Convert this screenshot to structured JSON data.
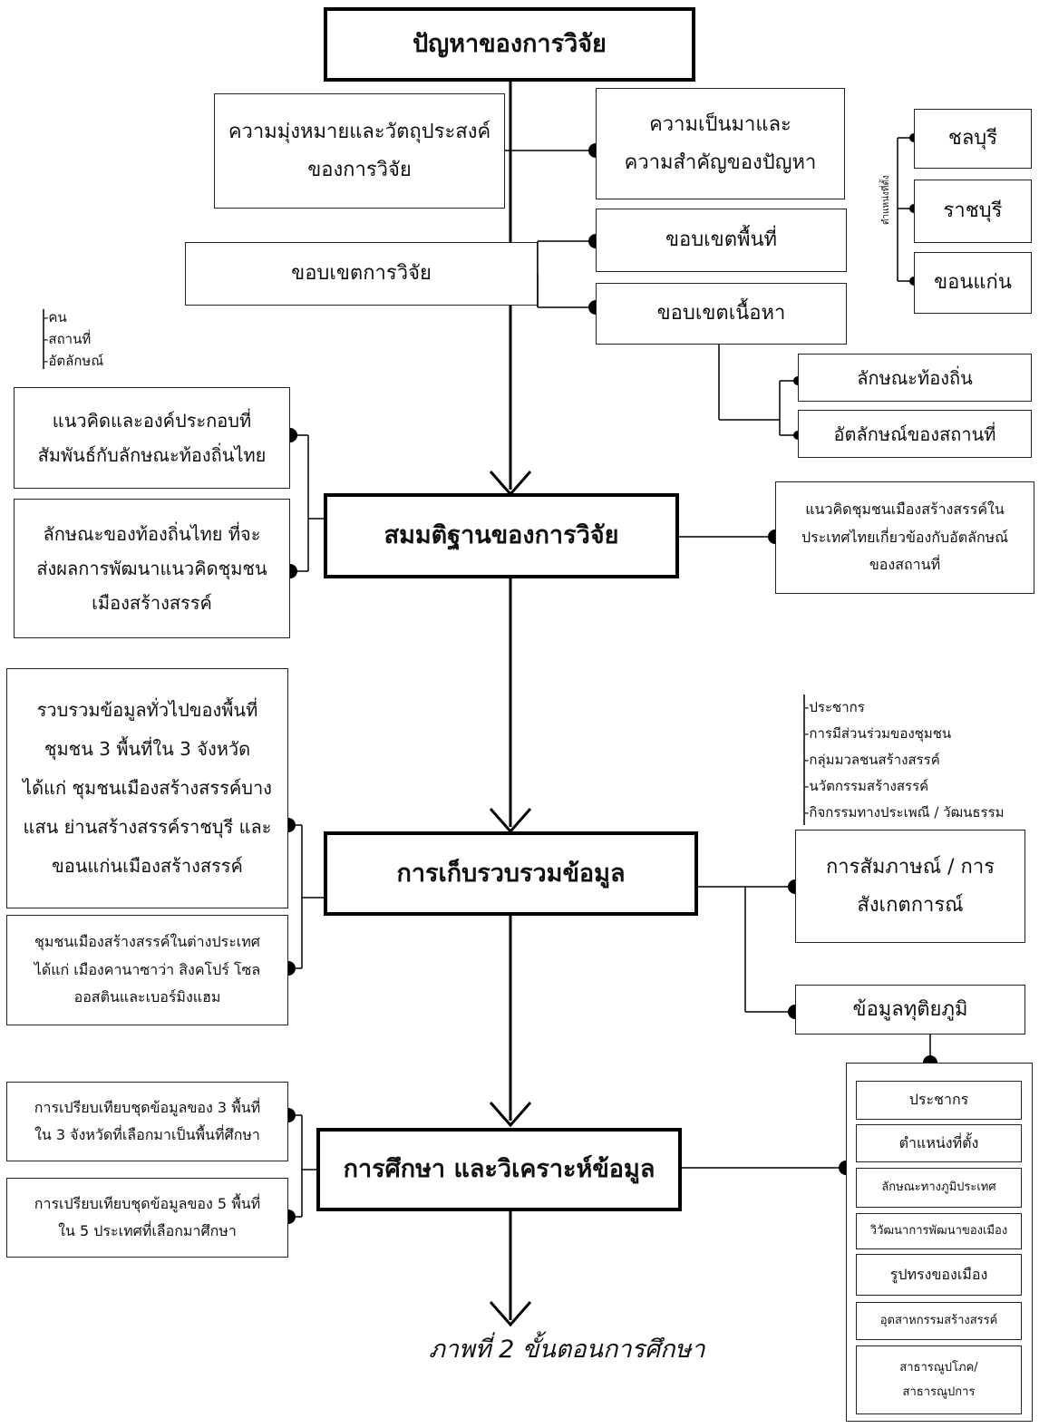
{
  "main_steps": {
    "problem": "ปัญหาของการวิจัย",
    "hypothesis": "สมมติฐานของการวิจัย",
    "collection": "การเก็บรวบรวมข้อมูล",
    "analysis": "การศึกษา และวิเคราะห์ข้อมูล"
  },
  "objectives": [
    "ความมุ่งหมายและวัตถุประสงค์",
    "ของการวิจัย"
  ],
  "background": [
    "ความเป็นมาและ",
    "ความสำคัญของปัญหา"
  ],
  "scope": "ขอบเขตการวิจัย",
  "area_scope": "ขอบเขตพื้นที่",
  "content_scope": "ขอบเขตเนื้อหา",
  "location_label": "ตำแหน่งที่ตั้ง",
  "provinces": [
    "ชลบุรี",
    "ราชบุรี",
    "ขอนแก่น"
  ],
  "content_items": [
    "ลักษณะท้องถิ่น",
    "อัตลักษณ์ของสถานที่"
  ],
  "notes_top": [
    "-คน",
    "-สถานที่",
    "-อัตลักษณ์"
  ],
  "hyp_left": [
    [
      "แนวคิดและองค์ประกอบที่",
      "สัมพันธ์กับลักษณะท้องถิ่นไทย"
    ],
    [
      "ลักษณะของท้องถิ่นไทย ที่จะ",
      "ส่งผลการพัฒนาแนวคิดชุมชน",
      "เมืองสร้างสรรค์"
    ]
  ],
  "hyp_right": [
    "แนวคิดชุมชนเมืองสร้างสรรค์ใน",
    "ประเทศไทยเกี่ยวข้องกับอัตลักษณ์",
    "ของสถานที่"
  ],
  "collect_left": [
    [
      "รวบรวมข้อมูลทั่วไปของพื้นที่",
      "ชุมชน 3 พื้นที่ใน 3 จังหวัด",
      "ได้แก่ ชุมชนเมืองสร้างสรรค์บาง",
      "แสน ย่านสร้างสรรค์ราชบุรี และ",
      "ขอนแก่นเมืองสร้างสรรค์"
    ],
    [
      "ชุมชนเมืองสร้างสรรค์ในต่างประเทศ",
      "ได้แก่ เมืองคานาซาว่า สิงคโปร์ โซล",
      "ออสตินและเบอร์มิงแฮม"
    ]
  ],
  "notes_collect": [
    "-ประชากร",
    "-การมีส่วนร่วมของชุมชน",
    "-กลุ่มมวลชนสร้างสรรค์",
    "-นวัตกรรมสร้างสรรค์",
    "-กิจกรรมทางประเพณี / วัฒนธรรม"
  ],
  "collect_right": [
    [
      "การสัมภาษณ์ / การ",
      "สังเกตการณ์"
    ],
    [
      "ข้อมูลทุติยภูมิ"
    ]
  ],
  "analysis_left": [
    [
      "การเปรียบเทียบชุดข้อมูลของ 3 พื้นที่",
      "ใน 3 จังหวัดที่เลือกมาเป็นพื้นที่ศึกษา"
    ],
    [
      "การเปรียบเทียบชุดข้อมูลของ 5 พื้นที่",
      "ใน 5 ประเทศที่เลือกมาศึกษา"
    ]
  ],
  "secondary_items": [
    "ประชากร",
    "ตำแหน่งที่ตั้ง",
    "ลักษณะทางภูมิประเทศ",
    "วิวัฒนาการพัฒนาของเมือง",
    "รูปทรงของเมือง",
    "อุตสาหกรรมสร้างสรรค์",
    "สาธารณูปโภค/",
    "สาธารณูปการ"
  ],
  "caption": "ภาพที่ 2 ขั้นตอนการศึกษา"
}
